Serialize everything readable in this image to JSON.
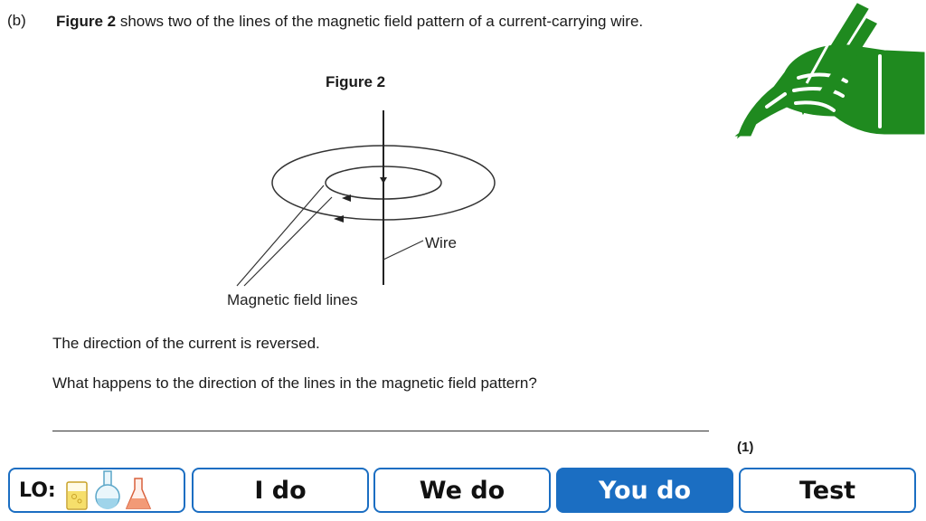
{
  "question": {
    "part": "(b)",
    "bold_lead": "Figure 2",
    "text": " shows two of the lines of the magnetic field pattern of a current-carrying wire.",
    "figure_title": "Figure 2",
    "label_wire": "Wire",
    "label_field": "Magnetic field lines",
    "statement": "The direction of the current is reversed.",
    "prompt": "What happens to the direction of the lines in the magnetic field pattern?",
    "marks": "(1)"
  },
  "nav": {
    "lo_label": "LO:",
    "i_do": "I do",
    "we_do": "We do",
    "you_do": "You do",
    "test": "Test",
    "active": "you_do"
  },
  "icons": [
    "pencil-hand-icon",
    "beaker-icon",
    "round-flask-icon",
    "conical-flask-icon"
  ],
  "colors": {
    "accent": "#1b6ec2",
    "pencil_green": "#1f8a1f"
  }
}
